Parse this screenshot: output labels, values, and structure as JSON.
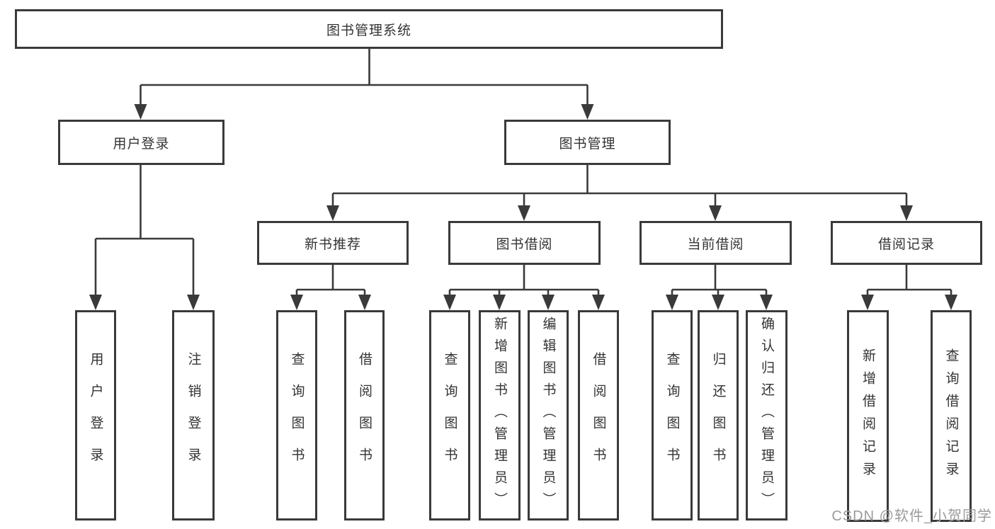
{
  "diagram": {
    "root": {
      "label": "图书管理系统"
    },
    "level2": [
      {
        "label": "用户登录"
      },
      {
        "label": "图书管理"
      }
    ],
    "level3": [
      {
        "label": "新书推荐"
      },
      {
        "label": "图书借阅"
      },
      {
        "label": "当前借阅"
      },
      {
        "label": "借阅记录"
      }
    ],
    "leaves": {
      "user_login": [
        {
          "label": "用户登录"
        },
        {
          "label": "注销登录"
        }
      ],
      "new_books": [
        {
          "label": "查询图书"
        },
        {
          "label": "借阅图书"
        }
      ],
      "book_borrow": [
        {
          "label": "查询图书"
        },
        {
          "label": "新增图书（管理员）"
        },
        {
          "label": "编辑图书（管理员）"
        },
        {
          "label": "借阅图书"
        }
      ],
      "current_borrow": [
        {
          "label": "查询图书"
        },
        {
          "label": "归还图书"
        },
        {
          "label": "确认归还（管理员）"
        }
      ],
      "borrow_records": [
        {
          "label": "新增借阅记录"
        },
        {
          "label": "查询借阅记录"
        }
      ]
    }
  },
  "watermark": "CSDN @软件_小贺同学",
  "colors": {
    "line": "#3a3a3a",
    "text": "#333333",
    "watermark": "#9b9b9b",
    "background": "#ffffff"
  }
}
